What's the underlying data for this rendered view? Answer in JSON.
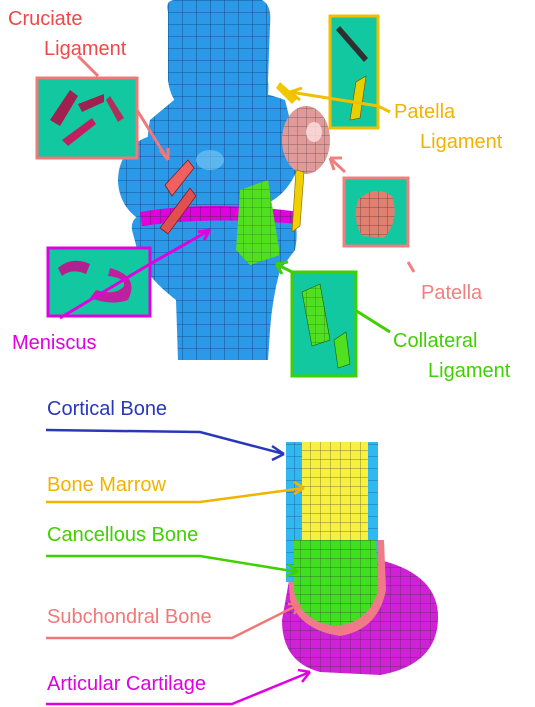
{
  "labels": {
    "cruciate_line1": "Cruciate",
    "cruciate_line2": "Ligament",
    "patella_lig_line1": "Patella",
    "patella_lig_line2": "Ligament",
    "patella": "Patella",
    "meniscus": "Meniscus",
    "collateral_line1": "Collateral",
    "collateral_line2": "Ligament",
    "cortical_bone": "Cortical Bone",
    "bone_marrow": "Bone Marrow",
    "cancellous_bone": "Cancellous Bone",
    "subchondral_bone": "Subchondral Bone",
    "articular_cartilage": "Articular Cartilage"
  },
  "colors": {
    "cruciate": "#f04848",
    "patella_ligament": "#f0b400",
    "patella": "#f08080",
    "meniscus": "#f000c8",
    "collateral": "#40d000",
    "cortical": "#2838b8",
    "marrow": "#f0c000",
    "cancellous": "#40e020",
    "subchondral": "#f07070",
    "cartilage": "#e000e0",
    "bone_blue": "#2890e0",
    "inset_bg": "#10c8a0"
  },
  "icons": [
    "cruciate-inset",
    "patella-ligament-inset",
    "patella-inset",
    "meniscus-inset",
    "collateral-inset"
  ]
}
